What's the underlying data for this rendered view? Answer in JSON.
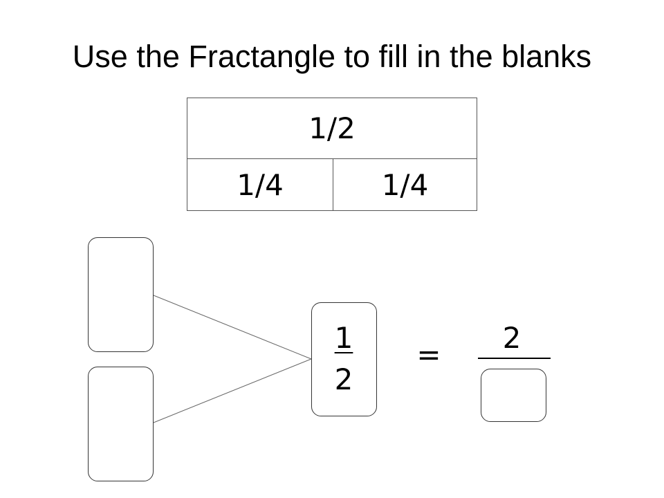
{
  "title": "Use the Fractangle to fill in the blanks",
  "fractangle": {
    "top": "1/2",
    "bottom_left": "1/4",
    "bottom_right": "1/4"
  },
  "given_fraction": {
    "numerator": "1",
    "denominator": "2"
  },
  "equals_sign": "=",
  "equivalent_fraction": {
    "numerator": "2",
    "denominator": ""
  },
  "blanks": {
    "top": "",
    "bottom": ""
  }
}
